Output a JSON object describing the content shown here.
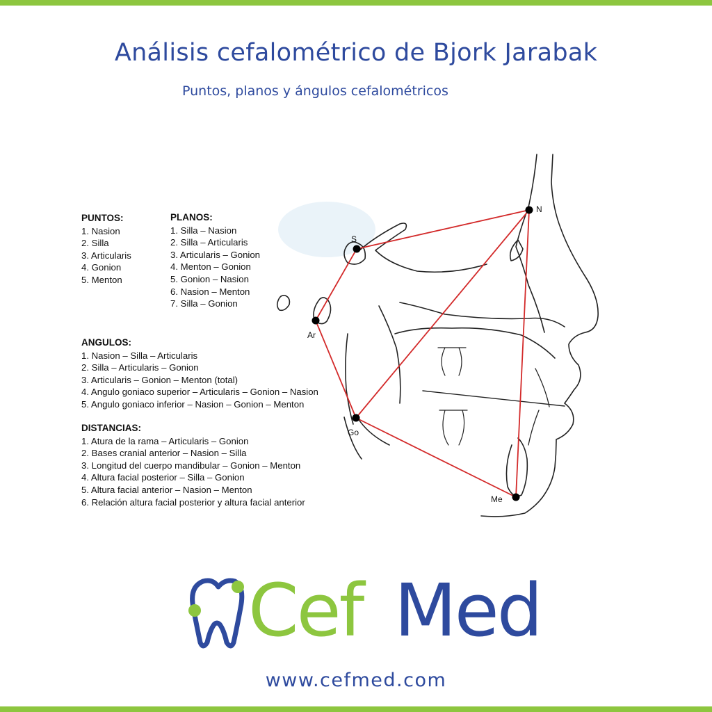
{
  "title": "Análisis cefalométrico de Bjork Jarabak",
  "subtitle": "Puntos, planos y ángulos cefalométricos",
  "colors": {
    "frame_green": "#8dc63f",
    "title_blue": "#2e4a9e",
    "line_red": "#d32a2a",
    "sketch_black": "#222222"
  },
  "legend": {
    "puntos": {
      "heading": "PUNTOS:",
      "items": [
        "1. Nasion",
        "2. Silla",
        "3. Articularis",
        "4. Gonion",
        "5. Menton"
      ]
    },
    "planos": {
      "heading": "PLANOS:",
      "items": [
        "1. Silla – Nasion",
        "2. Silla – Articularis",
        "3. Articularis – Gonion",
        "4. Menton – Gonion",
        "5. Gonion – Nasion",
        "6. Nasion – Menton",
        "7. Silla – Gonion"
      ]
    },
    "angulos": {
      "heading": "ANGULOS:",
      "items": [
        "1. Nasion – Silla – Articularis",
        "2. Silla – Articularis – Gonion",
        "3. Articularis – Gonion – Menton (total)",
        "4. Angulo goniaco superior – Articularis – Gonion – Nasion",
        "5. Angulo goniaco inferior – Nasion – Gonion – Menton"
      ]
    },
    "distancias": {
      "heading": "DISTANCIAS:",
      "items": [
        "1. Atura de la rama – Articularis – Gonion",
        "2. Bases cranial anterior – Nasion – Silla",
        "3. Longitud del cuerpo mandibular – Gonion – Menton",
        "4. Altura facial posterior – Silla – Gonion",
        "5. Altura facial anterior – Nasion – Menton",
        "6. Relación altura facial posterior y altura facial anterior"
      ]
    }
  },
  "diagram": {
    "points": [
      {
        "label": "N",
        "name": "Nasion"
      },
      {
        "label": "S",
        "name": "Silla"
      },
      {
        "label": "Ar",
        "name": "Articularis"
      },
      {
        "label": "Go",
        "name": "Gonion"
      },
      {
        "label": "Me",
        "name": "Menton"
      }
    ],
    "lines": [
      [
        "S",
        "N"
      ],
      [
        "S",
        "Ar"
      ],
      [
        "Ar",
        "Go"
      ],
      [
        "Me",
        "Go"
      ],
      [
        "Go",
        "N"
      ],
      [
        "N",
        "Me"
      ]
    ]
  },
  "logo": {
    "part1": "Cef",
    "part2": "Med",
    "icon": "tooth-icon"
  },
  "url": "www.cefmed.com"
}
